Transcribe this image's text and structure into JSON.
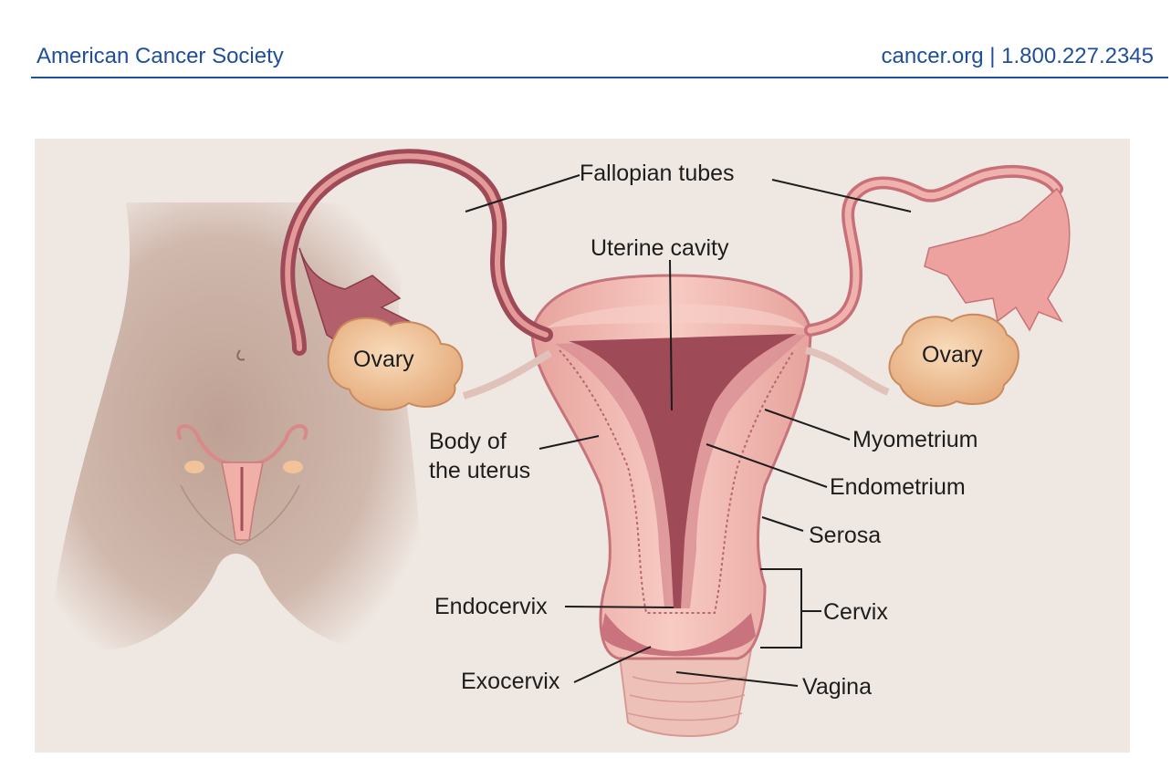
{
  "header": {
    "brand": "American Cancer Society",
    "contact": "cancer.org | 1.800.227.2345",
    "accent_color": "#1f4e9c"
  },
  "diagram": {
    "labels": {
      "fallopian_tubes": "Fallopian tubes",
      "uterine_cavity": "Uterine cavity",
      "ovary_left": "Ovary",
      "ovary_right": "Ovary",
      "body_of_uterus_line1": "Body of",
      "body_of_uterus_line2": "the uterus",
      "myometrium": "Myometrium",
      "endometrium": "Endometrium",
      "serosa": "Serosa",
      "cervix": "Cervix",
      "endocervix": "Endocervix",
      "exocervix": "Exocervix",
      "vagina": "Vagina"
    },
    "colors": {
      "background": "#efe8e2",
      "body_skin": "#c9ada0",
      "uterus_tissue": "#f0b5ad",
      "cavity": "#9e4a57",
      "ovary": "#f2c39a",
      "tube": "#e49a98"
    }
  }
}
